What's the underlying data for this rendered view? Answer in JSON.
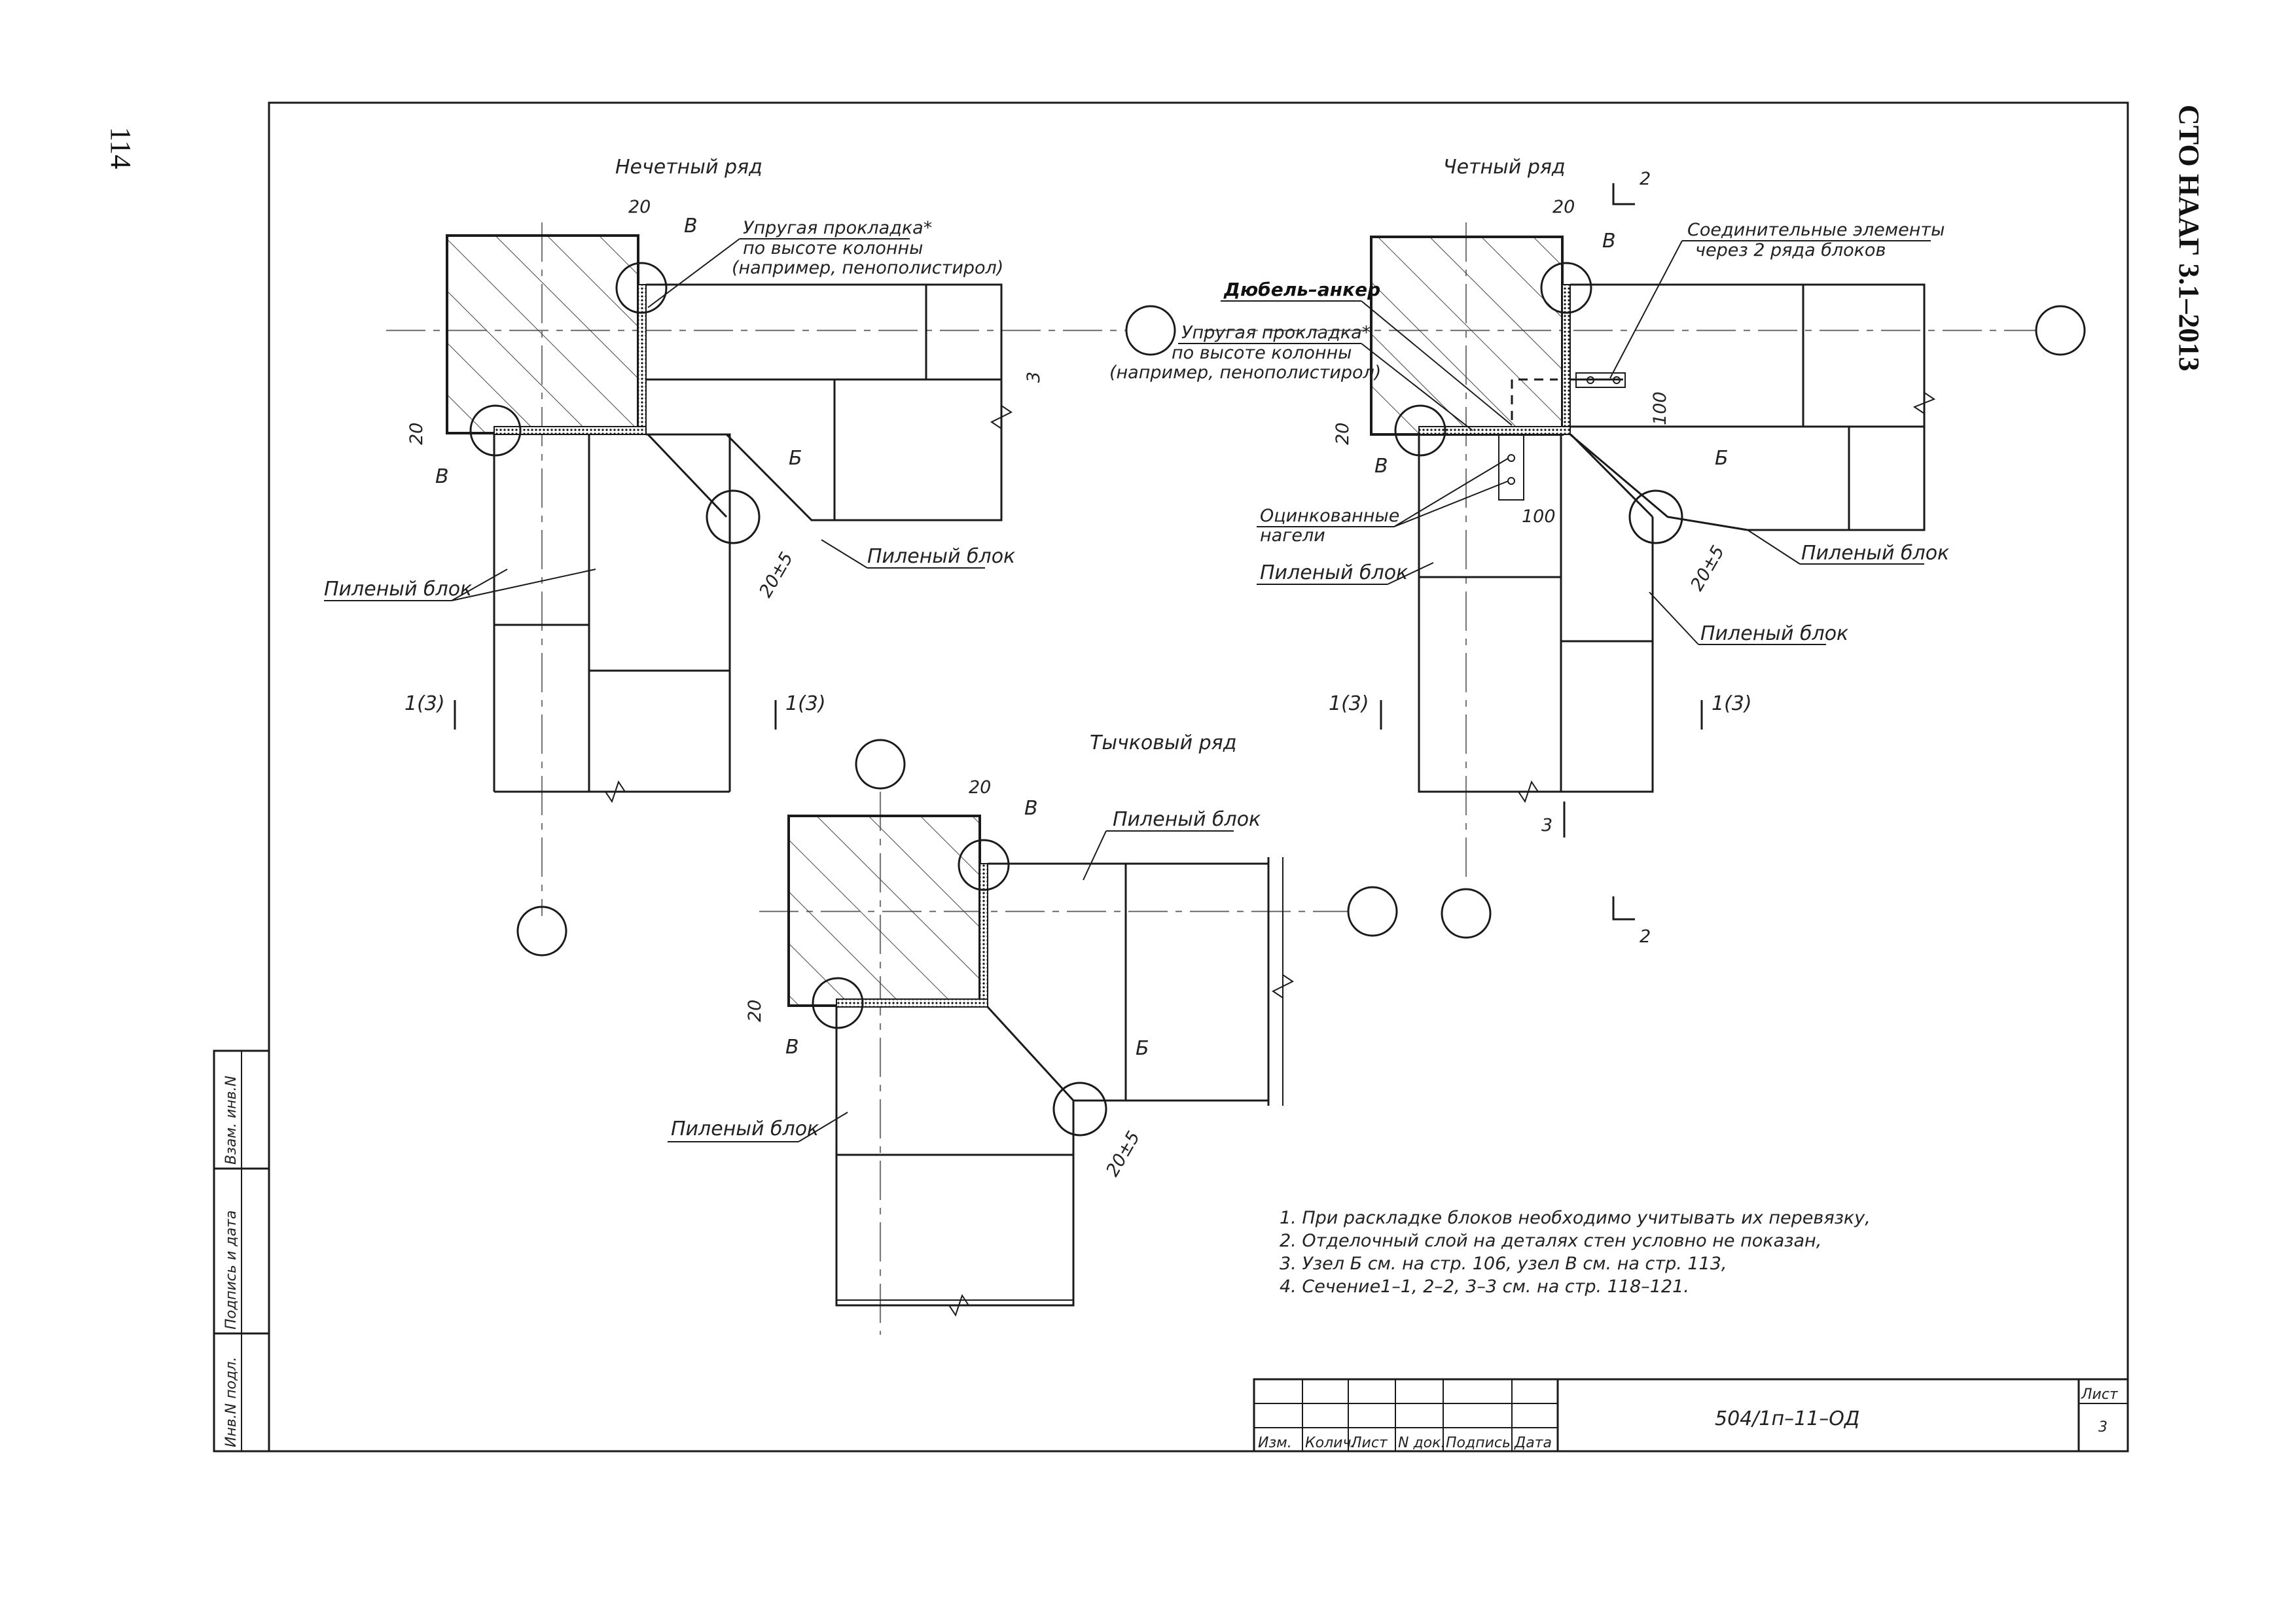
{
  "page_number": "114",
  "standard": "СТО НААГ 3.1–2013",
  "views": {
    "odd_row_title": "Нечетный ряд",
    "even_row_title": "Четный ряд",
    "header_row_title": "Тычковый ряд"
  },
  "labels": {
    "elastic_pad": [
      "Упругая прокладка*",
      "по высоте колонны",
      "(например, пенополистирол)"
    ],
    "connectors": [
      "Соединительные элементы",
      "через 2 ряда блоков"
    ],
    "dowel_anchor": "Дюбель–анкер",
    "galvanized_nails": [
      "Оцинкованные",
      "нагели"
    ],
    "sawn_block": "Пиленый блок",
    "node_b": "Б",
    "node_v": "В",
    "dim_20": "20",
    "dim_20_5": "20±5",
    "dim_100": "100",
    "section_1_3": "1(3)",
    "section_2": "2",
    "section_3": "3"
  },
  "notes": [
    "1.  При раскладке блоков необходимо учитывать их перевязку,",
    "2.  Отделочный слой на деталях стен условно не показан,",
    "3.  Узел Б см. на  стр. 106, узел В см. на  стр. 113,",
    "4.  Сечение1–1,  2–2,  3–3 см. на стр. 118–121."
  ],
  "side_stamp": [
    "Инв.N подл.",
    "Подпись и дата",
    "Взам. инв.N"
  ],
  "title_block": {
    "doc_code": "504/1п–11–ОД",
    "sheet_label": "Лист",
    "sheet_number": "3",
    "columns": [
      "Изм.",
      "Колич.",
      "Лист",
      "N док.",
      "Подпись",
      "Дата"
    ]
  }
}
